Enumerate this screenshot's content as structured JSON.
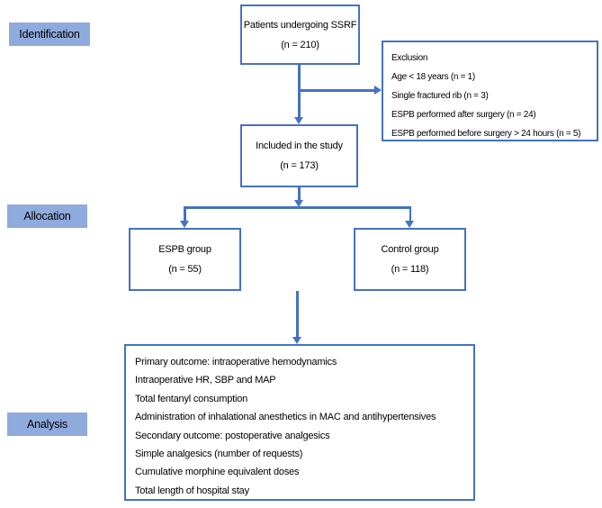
{
  "colors": {
    "connector": "#4472C4",
    "box_border": "#4472C4",
    "stage_label_fill": "#8FAADC",
    "text": "#000000"
  },
  "stage_labels": [
    {
      "label": "Identification"
    },
    {
      "label": "Allocation"
    },
    {
      "label": "Analysis"
    }
  ],
  "boxes": {
    "patients": {
      "line1": "Patients undergoing SSRF",
      "line2": "(n = 210)"
    },
    "exclusion": {
      "title": "Exclusion",
      "items": [
        "Age < 18 years (n = 1)",
        "Single fractured rib (n = 3)",
        "ESPB performed after surgery (n = 24)",
        "ESPB performed before surgery > 24 hours (n = 5)"
      ]
    },
    "included": {
      "line1": "Included in the study",
      "line2": "(n = 173)"
    },
    "espb_group": {
      "line1": "ESPB group",
      "line2": "(n = 55)"
    },
    "control_group": {
      "line1": "Control group",
      "line2": "(n = 118)"
    },
    "analysis": {
      "items": [
        "Primary outcome: intraoperative hemodynamics",
        "Intraoperative HR, SBP and MAP",
        "Total fentanyl consumption",
        "Administration of inhalational anesthetics in MAC and antihypertensives",
        "Secondary outcome: postoperative analgesics",
        "Simple analgesics (number of requests)",
        "Cumulative morphine equivalent doses",
        "Total length of hospital stay"
      ]
    }
  }
}
